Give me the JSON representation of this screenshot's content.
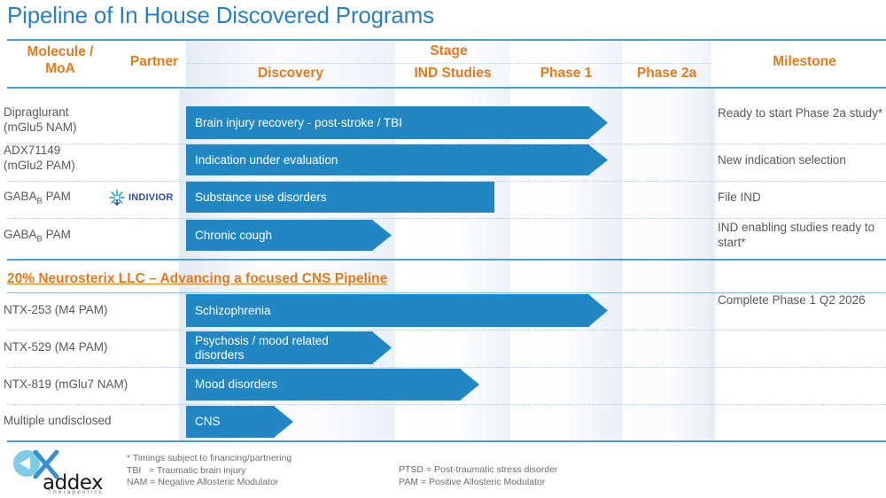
{
  "title": "Pipeline of In House Discovered Programs",
  "header": {
    "molecule": "Molecule /\nMoA",
    "molecule_line1": "Molecule /",
    "molecule_line2": "MoA",
    "partner": "Partner",
    "stage": "Stage",
    "discovery": "Discovery",
    "ind_studies": "IND Studies",
    "phase1": "Phase 1",
    "phase2a": "Phase 2a",
    "milestone": "Milestone"
  },
  "colors": {
    "accent_orange": "#e8791b",
    "title_blue": "#2a7fc1",
    "bar_blue": "#2286c3",
    "rule_blue": "#4a9fd4",
    "text_gray": "#58595b"
  },
  "sections": [
    {
      "name": "in-house",
      "rows": [
        {
          "molecule_line1": "Dipraglurant",
          "molecule_line2": "(mGlu5 NAM)",
          "partner": "",
          "bar_label": "Brain injury recovery - post-stroke / TBI",
          "stage_reached": "Phase 2a",
          "milestone": "Ready to start Phase 2a study*"
        },
        {
          "molecule_line1": "ADX71149",
          "molecule_line2": "(mGlu2 PAM)",
          "partner": "",
          "bar_label": "Indication under evaluation",
          "stage_reached": "Phase 2a",
          "milestone": "New indication selection"
        },
        {
          "molecule_line1": "GABA_B PAM",
          "molecule_line2": "",
          "partner": "INDIVIOR",
          "bar_label": "Substance use disorders",
          "stage_reached": "IND Studies",
          "milestone": "File IND"
        },
        {
          "molecule_line1": "GABA_B PAM",
          "molecule_line2": "",
          "partner": "",
          "bar_label": "Chronic cough",
          "stage_reached": "Discovery",
          "milestone": "IND enabling studies ready to start*"
        }
      ]
    },
    {
      "name": "neurosterix",
      "section_title": "20% Neurosterix LLC – Advancing a focused CNS Pipeline",
      "rows": [
        {
          "molecule_line1": "NTX-253 (M4 PAM)",
          "molecule_line2": "",
          "partner": "",
          "bar_label": "Schizophrenia",
          "stage_reached": "Phase 2a",
          "milestone": "Complete Phase 1 Q2 2026"
        },
        {
          "molecule_line1": "NTX-529 (M4 PAM)",
          "molecule_line2": "",
          "partner": "",
          "bar_label": "Psychosis / mood related disorders",
          "stage_reached": "Discovery",
          "milestone": ""
        },
        {
          "molecule_line1": "NTX-819 (mGlu7 NAM)",
          "molecule_line2": "",
          "partner": "",
          "bar_label": "Mood disorders",
          "stage_reached": "IND Studies",
          "milestone": ""
        },
        {
          "molecule_line1": "Multiple undisclosed",
          "molecule_line2": "",
          "partner": "",
          "bar_label": "CNS",
          "stage_reached": "Discovery",
          "milestone": ""
        }
      ]
    }
  ],
  "footnotes": {
    "left": "* Timings subject to financing/partnering\nTBI   = Traumatic brain injury\nNAM = Negative Allosteric Modulator",
    "right": "PTSD = Post-traumatic stress disorder\nPAM = Positive Allosteric Modulator"
  },
  "logo": {
    "wordmark": "addex",
    "tagline": "Therapeutics"
  },
  "partner_logo": {
    "name": "INDIVIOR"
  }
}
